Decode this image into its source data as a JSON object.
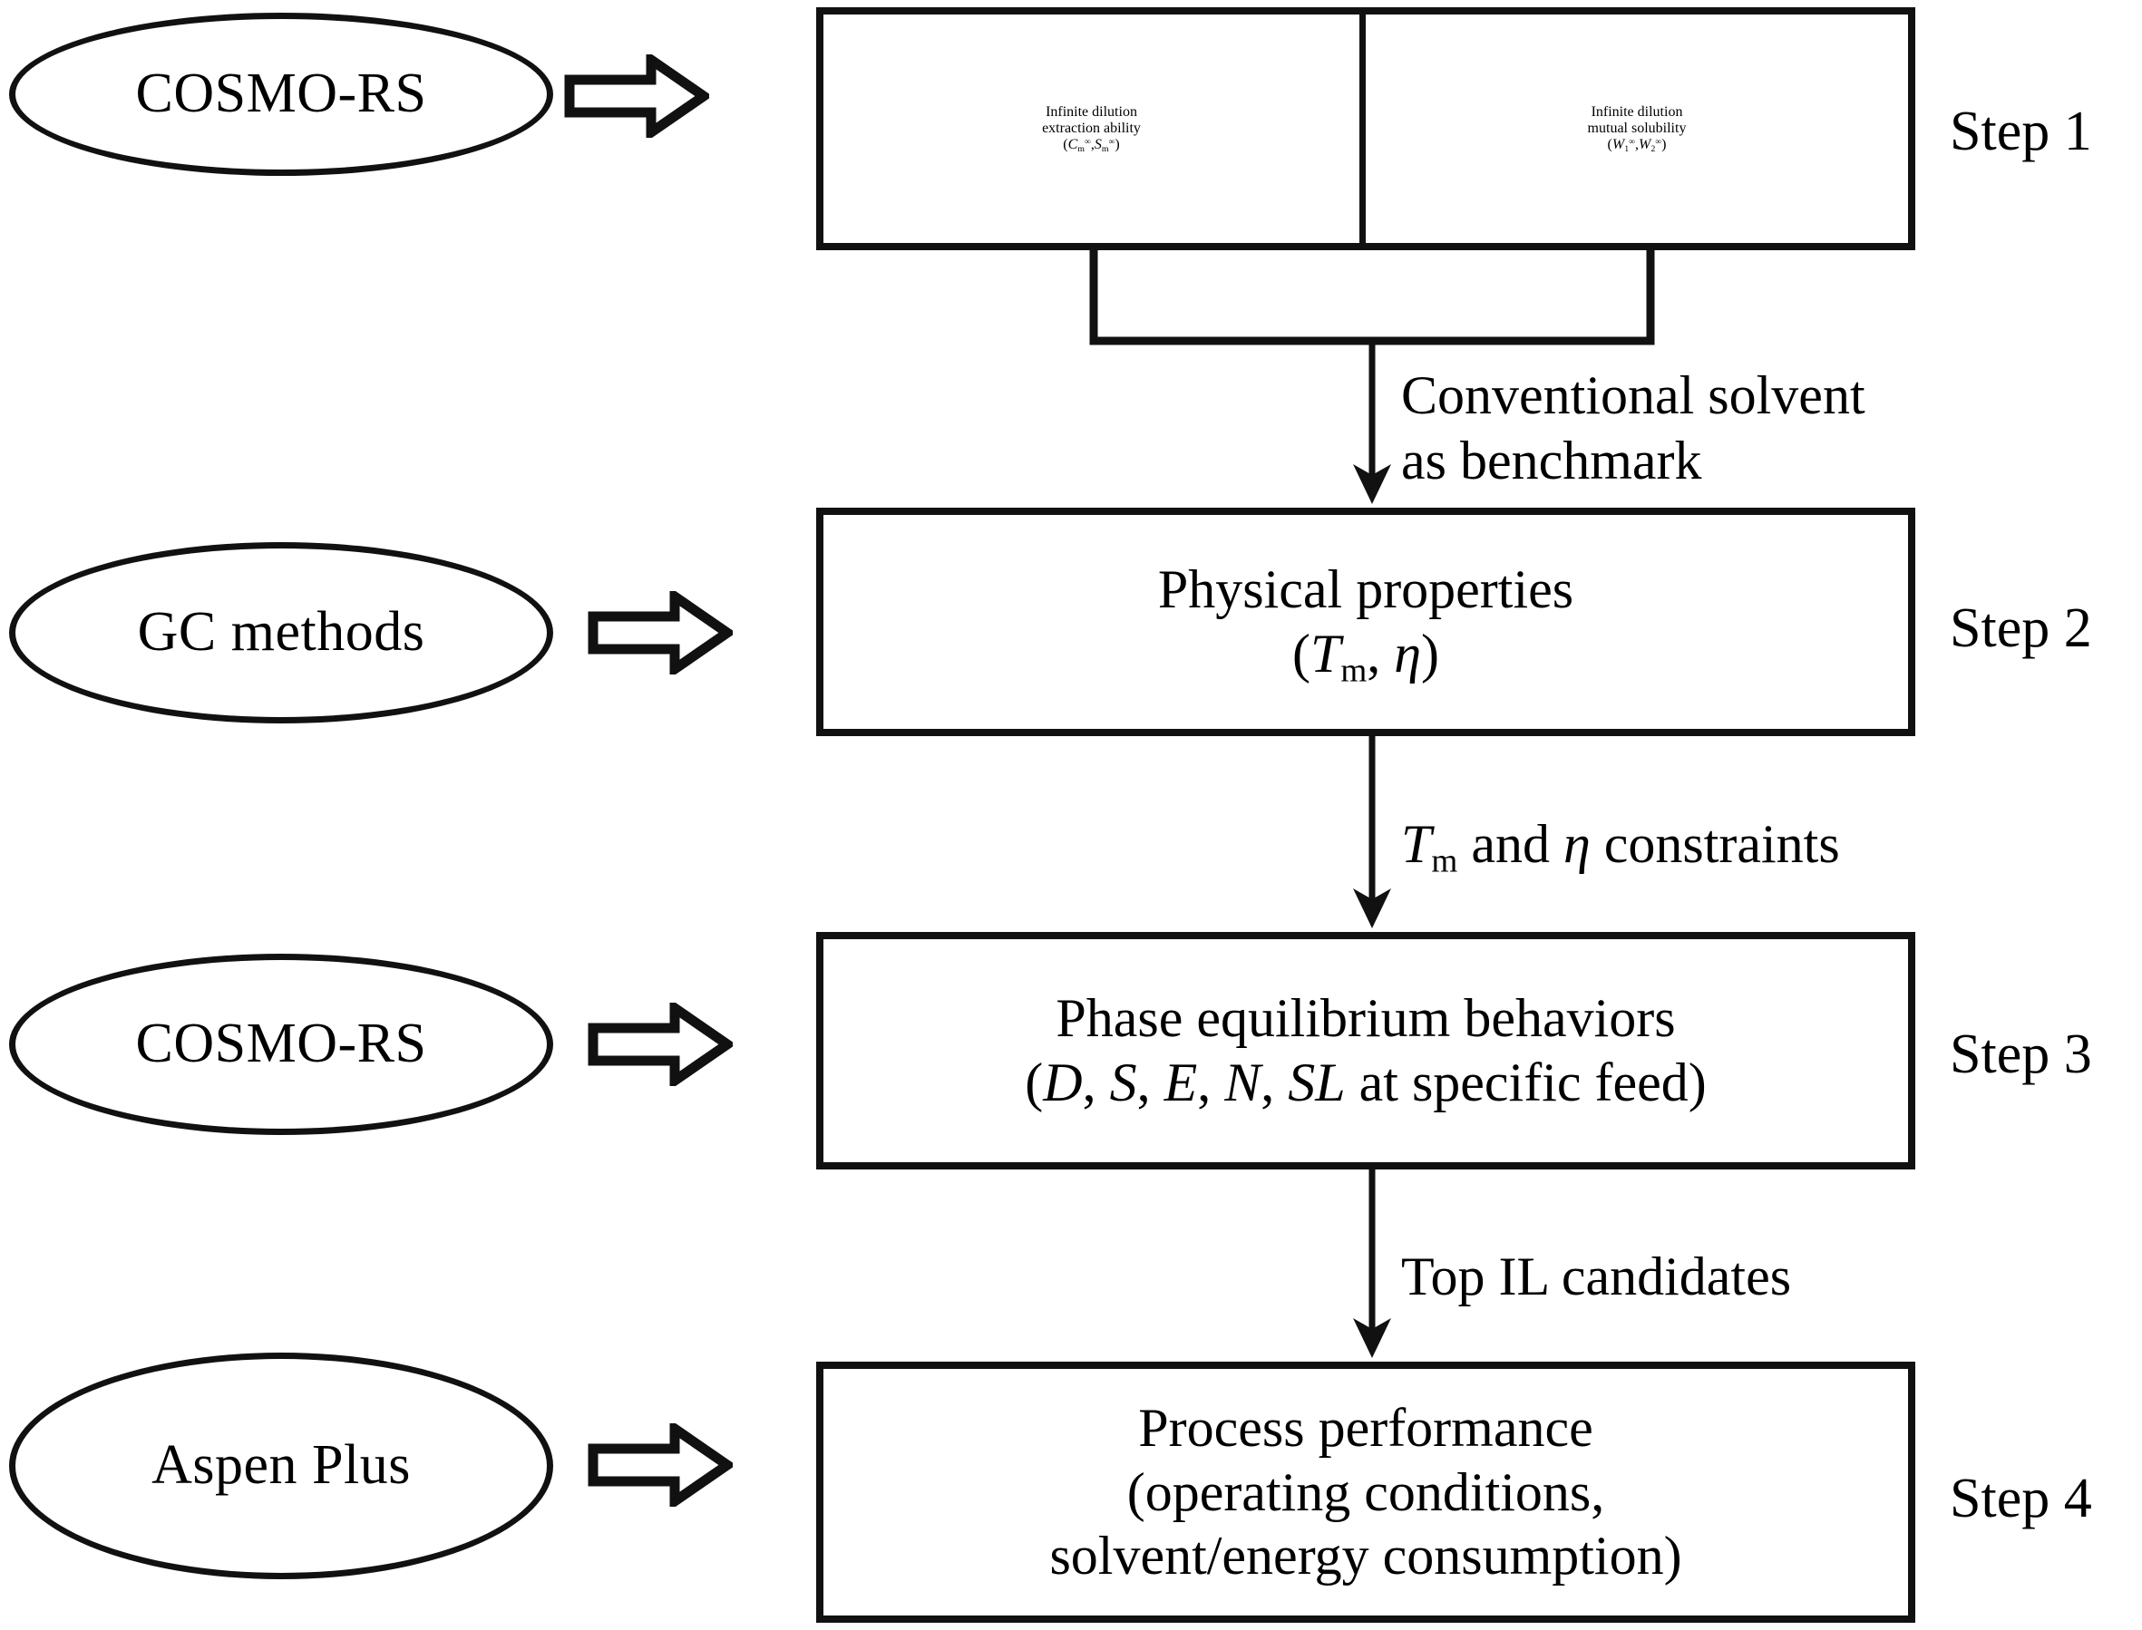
{
  "diagram": {
    "title": "IL solvent screening workflow",
    "stroke_color": "#111111",
    "background": "#ffffff"
  },
  "sources": [
    {
      "id": "source-1",
      "label": "COSMO-RS"
    },
    {
      "id": "source-2",
      "label": "GC methods"
    },
    {
      "id": "source-3",
      "label": "COSMO-RS"
    },
    {
      "id": "source-4",
      "label": "Aspen Plus"
    }
  ],
  "steps": [
    {
      "id": "step-1",
      "label": "Step 1"
    },
    {
      "id": "step-2",
      "label": "Step 2"
    },
    {
      "id": "step-3",
      "label": "Step 3"
    },
    {
      "id": "step-4",
      "label": "Step 4"
    }
  ],
  "boxes": {
    "step1_left": {
      "line1": "Infinite dilution",
      "line2": "extraction ability",
      "formula_plain": "(C_m^∞, S_m^∞)"
    },
    "step1_right": {
      "line1": "Infinite dilution",
      "line2": "mutual solubility",
      "formula_plain": "(W_1^∞, W_2^∞)"
    },
    "step2": {
      "line1": "Physical properties",
      "formula_plain": "(T_m, η)"
    },
    "step3": {
      "line1": "Phase equilibrium behaviors",
      "formula_plain": "(D, S, E, N, SL at specific feed)"
    },
    "step4": {
      "line1": "Process performance",
      "line2": "(operating conditions,",
      "line3": "solvent/energy consumption)"
    }
  },
  "connectors": [
    {
      "id": "connector-1",
      "from": "step1",
      "to": "step2",
      "label_line1": "Conventional solvent",
      "label_line2": "as benchmark"
    },
    {
      "id": "connector-2",
      "from": "step2",
      "to": "step3",
      "label_plain": "T_m and η constraints"
    },
    {
      "id": "connector-3",
      "from": "step3",
      "to": "step4",
      "label_plain": "Top IL candidates"
    }
  ],
  "arrows": [
    {
      "id": "block-arrow-1",
      "direction": "right",
      "target": "step1"
    },
    {
      "id": "block-arrow-2",
      "direction": "right",
      "target": "step2"
    },
    {
      "id": "block-arrow-3",
      "direction": "right",
      "target": "step3"
    },
    {
      "id": "block-arrow-4",
      "direction": "right",
      "target": "step4"
    }
  ]
}
